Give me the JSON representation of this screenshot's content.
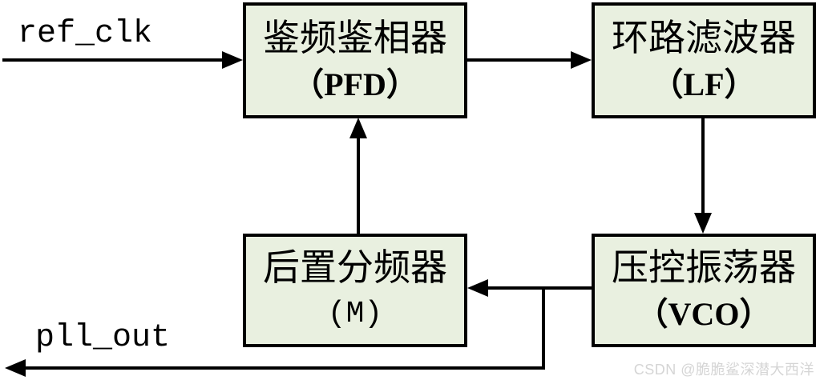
{
  "diagram": {
    "type": "block-diagram",
    "subject": "PLL loop",
    "signals": {
      "input_label": "ref_clk",
      "output_label": "pll_out"
    },
    "blocks": {
      "pfd": {
        "line1": "鉴频鉴相器",
        "line2": "（PFD）"
      },
      "lf": {
        "line1": "环路滤波器",
        "line2": "（LF）"
      },
      "postdiv": {
        "line1": "后置分频器",
        "line2": "(M)"
      },
      "vco": {
        "line1": "压控振荡器",
        "line2": "（VCO）"
      }
    },
    "connections": [
      "ref_clk → PFD",
      "PFD → LF",
      "LF → VCO",
      "VCO → postdivider(M)",
      "postdivider(M) → PFD",
      "VCO feedback → pll_out"
    ],
    "colors": {
      "block_fill": "#e9f0e0",
      "line": "#000000",
      "watermark": "#d5d5d5",
      "background": "#ffffff"
    },
    "watermark": "CSDN @脆脆鲨深潜大西洋"
  }
}
